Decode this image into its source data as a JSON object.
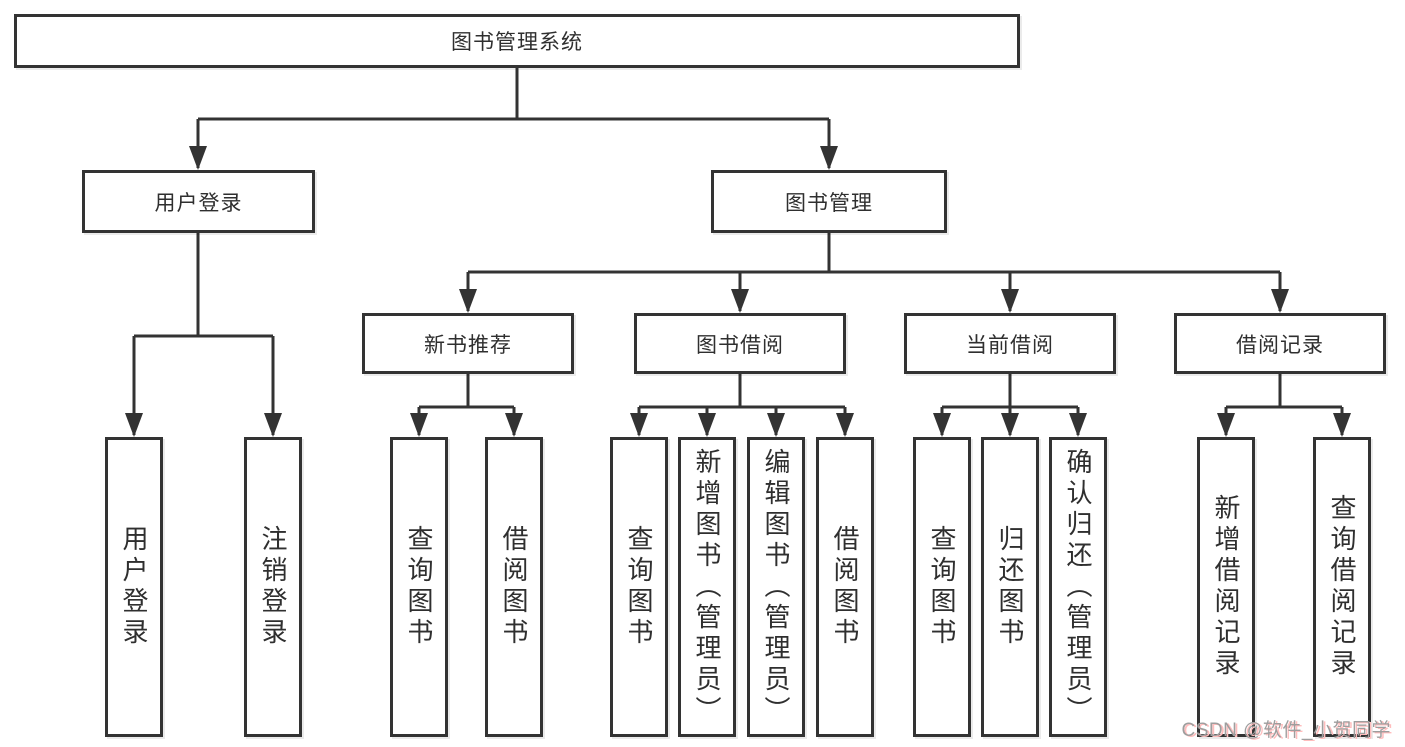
{
  "colors": {
    "line": "#333333",
    "text": "#2f2f2f",
    "background": "#ffffff",
    "watermark_text": "#9e9e9e",
    "watermark_shadow": "#ffbdbd"
  },
  "watermark": {
    "text": "CSDN @软件_小贺同学"
  },
  "diagram": {
    "type": "hierarchy-tree",
    "root": {
      "label": "图书管理系统",
      "children": [
        {
          "label": "用户登录",
          "children": [
            {
              "label": "用户登录"
            },
            {
              "label": "注销登录"
            }
          ]
        },
        {
          "label": "图书管理",
          "children": [
            {
              "label": "新书推荐",
              "children": [
                {
                  "label": "查询图书"
                },
                {
                  "label": "借阅图书"
                }
              ]
            },
            {
              "label": "图书借阅",
              "children": [
                {
                  "label": "查询图书"
                },
                {
                  "label": "新增图书（管理员）"
                },
                {
                  "label": "编辑图书（管理员）"
                },
                {
                  "label": "借阅图书"
                }
              ]
            },
            {
              "label": "当前借阅",
              "children": [
                {
                  "label": "查询图书"
                },
                {
                  "label": "归还图书"
                },
                {
                  "label": "确认归还（管理员）"
                }
              ]
            },
            {
              "label": "借阅记录",
              "children": [
                {
                  "label": "新增借阅记录"
                },
                {
                  "label": "查询借阅记录"
                }
              ]
            }
          ]
        }
      ]
    }
  }
}
